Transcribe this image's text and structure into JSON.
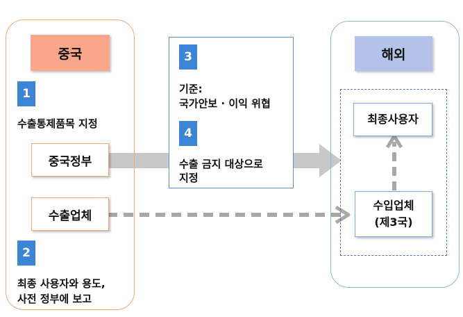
{
  "left_panel": {
    "header": "중국",
    "step1": {
      "number": "1",
      "text": "수출통제품목 지정"
    },
    "gov_box": "중국정부",
    "exporter_box": "수출업체",
    "step2": {
      "number": "2",
      "text_line1": "최종 사용자와 용도,",
      "text_line2": "사전 정부에 보고"
    }
  },
  "middle_panel": {
    "step3": {
      "number": "3",
      "text_line1": "기준:",
      "text_line2": "국가안보 · 이익 위협"
    },
    "step4": {
      "number": "4",
      "text_line1": "수출 금지 대상으로",
      "text_line2": "지정"
    }
  },
  "right_panel": {
    "header": "해외",
    "end_user_box": "최종사용자",
    "importer_box_line1": "수입업체",
    "importer_box_line2": "(제3국)"
  },
  "colors": {
    "left_border": "#f0a878",
    "left_header": "#f9a68a",
    "right_border": "#8fb4dc",
    "right_header": "#b4c2ea",
    "step_badge": "#3b84d6",
    "arrow_gray": "#c8c8c8",
    "dashed_arrow_gray": "#a8a8a8"
  }
}
